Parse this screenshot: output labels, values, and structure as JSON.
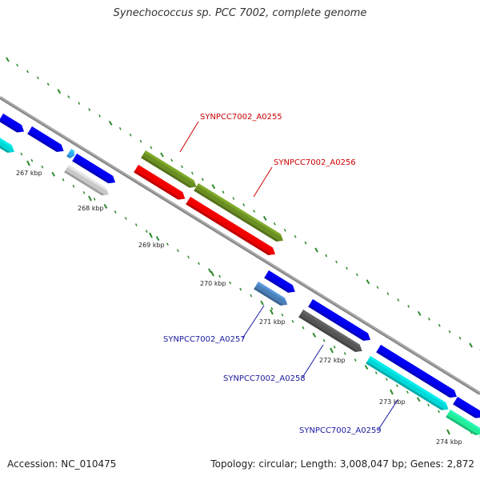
{
  "title": "Synechococcus sp. PCC 7002, complete genome",
  "footer": {
    "accession": "Accession: NC_010475",
    "summary": "Topology: circular; Length: 3,008,047 bp; Genes: 2,872"
  },
  "colors": {
    "backbone": "#8a8a8a",
    "tick": "#2e8b2e",
    "label_red": "#cc0000",
    "label_blue": "#1a1aa0"
  },
  "ticks": [
    "267 kbp",
    "268 kbp",
    "269 kbp",
    "270 kbp",
    "271 kbp",
    "272 kbp",
    "273 kbp",
    "274 kbp"
  ],
  "genes": [
    {
      "color": "#0000ee",
      "strand": "top"
    },
    {
      "color": "#0000ee",
      "strand": "top"
    },
    {
      "color": "#0000ee",
      "strand": "top"
    },
    {
      "color": "#00d8d8",
      "strand": "bottom"
    },
    {
      "color": "#c8c8c8",
      "strand": "bottom"
    },
    {
      "color": "#33aaee",
      "strand": "top"
    },
    {
      "color": "#6b8e23",
      "strand": "outer",
      "label": "SYNPCC7002_A0255"
    },
    {
      "color": "#6b8e23",
      "strand": "outer",
      "label": "SYNPCC7002_A0256"
    },
    {
      "color": "#ee0000",
      "strand": "inner"
    },
    {
      "color": "#ee0000",
      "strand": "inner"
    },
    {
      "color": "#0000ee",
      "strand": "top"
    },
    {
      "color": "#4a7fb8",
      "strand": "bottom",
      "label": "SYNPCC7002_A0257"
    },
    {
      "color": "#0000ee",
      "strand": "top"
    },
    {
      "color": "#555555",
      "strand": "bottom",
      "label": "SYNPCC7002_A0258"
    },
    {
      "color": "#0000ee",
      "strand": "top"
    },
    {
      "color": "#00d8d8",
      "strand": "bottom",
      "label": "SYNPCC7002_A0259"
    },
    {
      "color": "#0000ee",
      "strand": "top"
    },
    {
      "color": "#22ee99",
      "strand": "bottom"
    }
  ]
}
